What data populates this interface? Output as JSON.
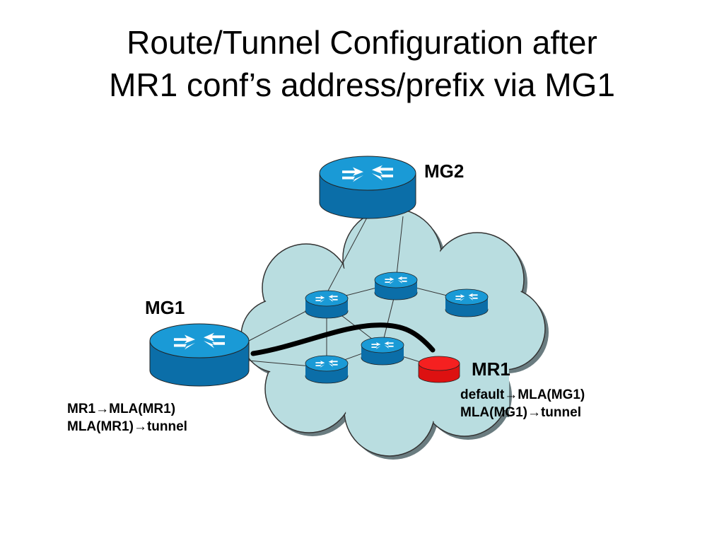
{
  "title": {
    "line1": "Route/Tunnel Configuration after",
    "line2": "MR1 conf’s address/prefix via MG1"
  },
  "nodes": {
    "mg2": "MG2",
    "mg1": "MG1",
    "mr1": "MR1"
  },
  "notes": {
    "mg1": {
      "line1_pre": "MR1",
      "line1_arrow": "→",
      "line1_post": "MLA(MR1)",
      "line2_pre": "MLA(MR1)",
      "line2_arrow": "→",
      "line2_post": "tunnel"
    },
    "mr1": {
      "line1_pre": "default",
      "line1_arrow": "→",
      "line1_post": "MLA(MG1)",
      "line2_pre": "MLA(MG1)",
      "line2_arrow": "→",
      "line2_post": "tunnel"
    }
  },
  "colors": {
    "cloud_fill": "#b9dde0",
    "router_top": "#1a9ad6",
    "router_side": "#0b6ea8",
    "mobile_router": "#ee1111",
    "tunnel": "#000000"
  },
  "icons": {
    "router": "router-icon",
    "mobile_router": "mobile-router-icon",
    "cloud": "network-cloud"
  }
}
